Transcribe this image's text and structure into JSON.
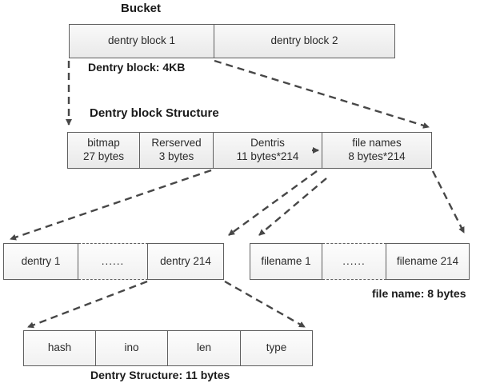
{
  "labels": {
    "bucket": "Bucket",
    "dentry_block_size": "Dentry block: 4KB",
    "structure_title": "Dentry block Structure",
    "file_name_size": "file name: 8 bytes",
    "dentry_structure_size": "Dentry Structure: 11 bytes"
  },
  "bucket_row": {
    "cells": [
      "dentry block 1",
      "dentry block 2"
    ]
  },
  "structure_row": {
    "cells": [
      {
        "l1": "bitmap",
        "l2": "27 bytes"
      },
      {
        "l1": "Rerserved",
        "l2": "3 bytes"
      },
      {
        "l1": "Dentris",
        "l2": "11 bytes*214"
      },
      {
        "l1": "file names",
        "l2": "8 bytes*214"
      }
    ]
  },
  "dentry_row": {
    "cells": [
      "dentry 1",
      "......",
      "dentry 214"
    ]
  },
  "filename_row": {
    "cells": [
      "filename 1",
      "......",
      "filename 214"
    ]
  },
  "dentry_struct_row": {
    "cells": [
      "hash",
      "ino",
      "len",
      "type"
    ]
  },
  "colors": {
    "border": "#5f5f5f",
    "arrow": "#474747",
    "box_fill": "#efefef",
    "text": "#1f1f1f"
  }
}
